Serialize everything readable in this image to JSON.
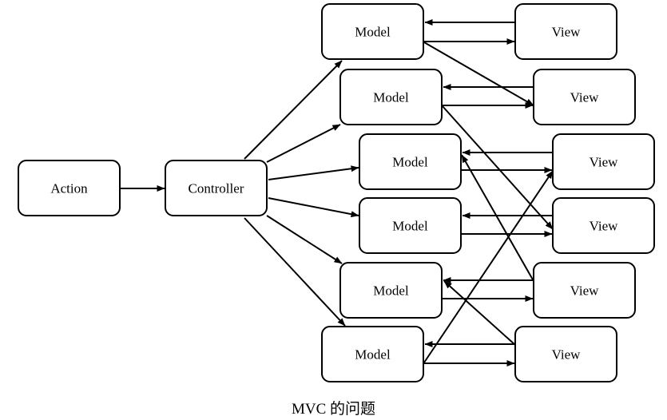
{
  "diagram": {
    "caption": "MVC 的问题",
    "nodes": [
      {
        "id": "action",
        "label": "Action"
      },
      {
        "id": "controller",
        "label": "Controller"
      },
      {
        "id": "m1",
        "label": "Model"
      },
      {
        "id": "m2",
        "label": "Model"
      },
      {
        "id": "m3",
        "label": "Model"
      },
      {
        "id": "m4",
        "label": "Model"
      },
      {
        "id": "m5",
        "label": "Model"
      },
      {
        "id": "m6",
        "label": "Model"
      },
      {
        "id": "v1",
        "label": "View"
      },
      {
        "id": "v2",
        "label": "View"
      },
      {
        "id": "v3",
        "label": "View"
      },
      {
        "id": "v4",
        "label": "View"
      },
      {
        "id": "v5",
        "label": "View"
      },
      {
        "id": "v6",
        "label": "View"
      }
    ],
    "edges": [
      {
        "from": "action",
        "to": "controller"
      },
      {
        "from": "controller",
        "to": "m1"
      },
      {
        "from": "controller",
        "to": "m2"
      },
      {
        "from": "controller",
        "to": "m3"
      },
      {
        "from": "controller",
        "to": "m4"
      },
      {
        "from": "controller",
        "to": "m5"
      },
      {
        "from": "controller",
        "to": "m6"
      },
      {
        "from": "v1",
        "to": "m1"
      },
      {
        "from": "m1",
        "to": "v1"
      },
      {
        "from": "m1",
        "to": "v2"
      },
      {
        "from": "v2",
        "to": "m2"
      },
      {
        "from": "m2",
        "to": "v2"
      },
      {
        "from": "m2",
        "to": "v4"
      },
      {
        "from": "v3",
        "to": "m3"
      },
      {
        "from": "m3",
        "to": "v3"
      },
      {
        "from": "v5",
        "to": "m3"
      },
      {
        "from": "v4",
        "to": "m4"
      },
      {
        "from": "m4",
        "to": "v4"
      },
      {
        "from": "v5",
        "to": "m5"
      },
      {
        "from": "m5",
        "to": "v5"
      },
      {
        "from": "v6",
        "to": "m5"
      },
      {
        "from": "v6",
        "to": "m6"
      },
      {
        "from": "m6",
        "to": "v6"
      },
      {
        "from": "m6",
        "to": "v3"
      }
    ]
  }
}
